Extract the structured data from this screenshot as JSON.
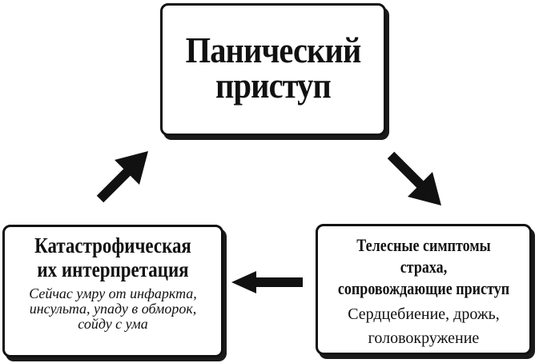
{
  "nodes": {
    "top": {
      "lines": [
        "Панический",
        "приступ"
      ]
    },
    "right": {
      "title_lines": [
        "Телесные симптомы страха,",
        "сопровождающие приступ"
      ],
      "detail_lines": [
        "Сердцебиение, дрожь,",
        "головокружение"
      ]
    },
    "left": {
      "title_lines": [
        "Катастрофическая",
        "их интерпретация"
      ],
      "detail_lines": [
        "Сейчас умру от инфаркта,",
        "инсульта,  упаду в обморок,",
        "сойду с ума"
      ]
    }
  },
  "edges": [
    {
      "from": "top",
      "to": "right"
    },
    {
      "from": "right",
      "to": "left"
    },
    {
      "from": "left",
      "to": "top"
    }
  ],
  "colors": {
    "stroke": "#111111",
    "background": "#ffffff"
  }
}
